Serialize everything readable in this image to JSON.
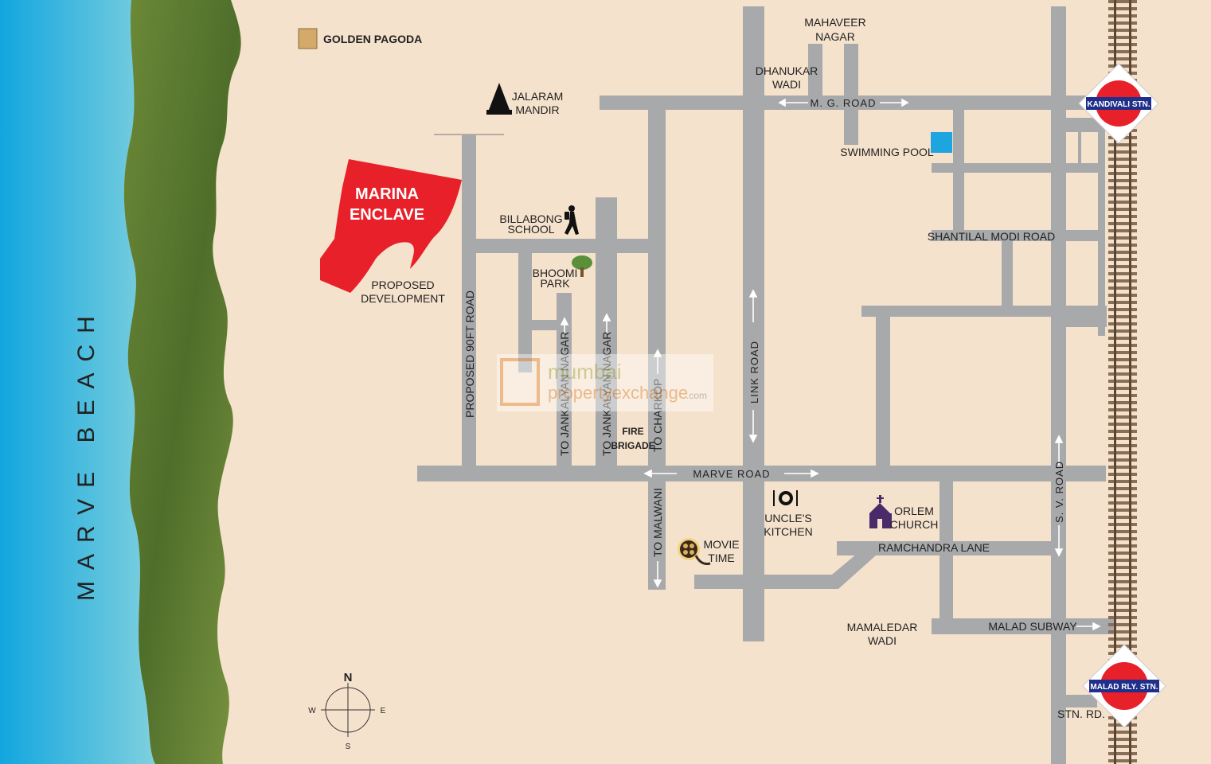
{
  "map": {
    "beach_label": "MARVE BEACH",
    "project": {
      "name_line1": "MARINA",
      "name_line2": "ENCLAVE",
      "color": "#e8202a"
    },
    "legend": {
      "label": "GOLDEN PAGODA",
      "swatch_color": "#d4aa6a"
    },
    "roads": {
      "mg_road": "M. G. ROAD",
      "link_road": "LINK ROAD",
      "marve_road": "MARVE ROAD",
      "sv_road": "S. V. ROAD",
      "proposed_90ft": "PROPOSED 90FT ROAD",
      "shantilal": "SHANTILAL MODI ROAD",
      "ramchandra": "RAMCHANDRA LANE",
      "malad_subway": "MALAD SUBWAY",
      "stn_rd": "STN. RD.",
      "to_jankalyan_1": "TO JANKALYAN NAGAR",
      "to_jankalyan_2": "TO JANKALYAN NAGAR",
      "to_charkop": "TO CHARKOP",
      "to_malwani": "TO MALWANI"
    },
    "landmarks": {
      "mahaveer_line1": "MAHAVEER",
      "mahaveer_line2": "NAGAR",
      "dhanukar_line1": "DHANUKAR",
      "dhanukar_line2": "WADI",
      "jalaram_line1": "JALARAM",
      "jalaram_line2": "MANDIR",
      "swimming": "SWIMMING POOL",
      "billabong_line1": "BILLABONG",
      "billabong_line2": "SCHOOL",
      "bhoomi_line1": "BHOOMI",
      "bhoomi_line2": "PARK",
      "proposed_line1": "PROPOSED",
      "proposed_line2": "DEVELOPMENT",
      "fire_line1": "FIRE",
      "fire_line2": "BRIGADE",
      "uncles_line1": "UNCLE'S",
      "uncles_line2": "KITCHEN",
      "orlem_line1": "ORLEM",
      "orlem_line2": "CHURCH",
      "movie_line1": "MOVIE",
      "movie_line2": "TIME",
      "mamaledar_line1": "MAMALEDAR",
      "mamaledar_line2": "WADI"
    },
    "stations": {
      "kandivali": "KANDIVALI STN.",
      "malad": "MALAD RLY. STN."
    },
    "compass": {
      "n": "N",
      "s": "S",
      "e": "E",
      "w": "W"
    },
    "watermark": {
      "line1": "mumbai",
      "line2": "propertyexchange",
      "suffix": ".com"
    },
    "colors": {
      "land": "#f5e2cc",
      "road": "#a8a9ab",
      "sea": "#1ab0e0",
      "green": "#5e7a30",
      "station_red": "#e8202a",
      "station_blue": "#1f2f8a",
      "pool": "#1ea5e0"
    },
    "icons": [
      "temple-icon",
      "walking-student-icon",
      "tree-icon",
      "dining-icon",
      "church-icon",
      "film-reel-icon",
      "compass-icon",
      "railway-track-icon"
    ]
  }
}
